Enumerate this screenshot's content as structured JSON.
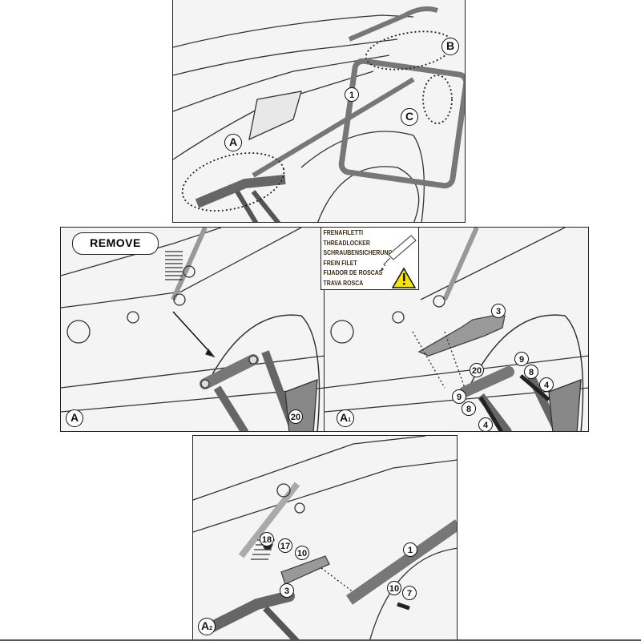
{
  "top_panel": {
    "callouts": [
      "B",
      "C",
      "1",
      "A"
    ]
  },
  "remove_panel": {
    "remove_label": "REMOVE",
    "step_label": "A",
    "callouts": [
      "20"
    ]
  },
  "threadlocker": {
    "lines": [
      "FRENAFILETTI",
      "THREADLOCKER",
      "SCHRAUBENSICHERUNG",
      "FREIN FILET",
      "FIJADOR DE ROSCAS",
      "TRAVA ROSCA"
    ],
    "warning_icon": "warning-triangle-icon",
    "warning_color": "#f5e400"
  },
  "a1_panel": {
    "step_label": "A",
    "step_sub": "1",
    "callouts": [
      "3",
      "9",
      "8",
      "4",
      "20",
      "9",
      "8",
      "4"
    ]
  },
  "a2_panel": {
    "step_label": "A",
    "step_sub": "2",
    "callouts": [
      "18",
      "17",
      "10",
      "1",
      "3",
      "10",
      "7"
    ]
  }
}
